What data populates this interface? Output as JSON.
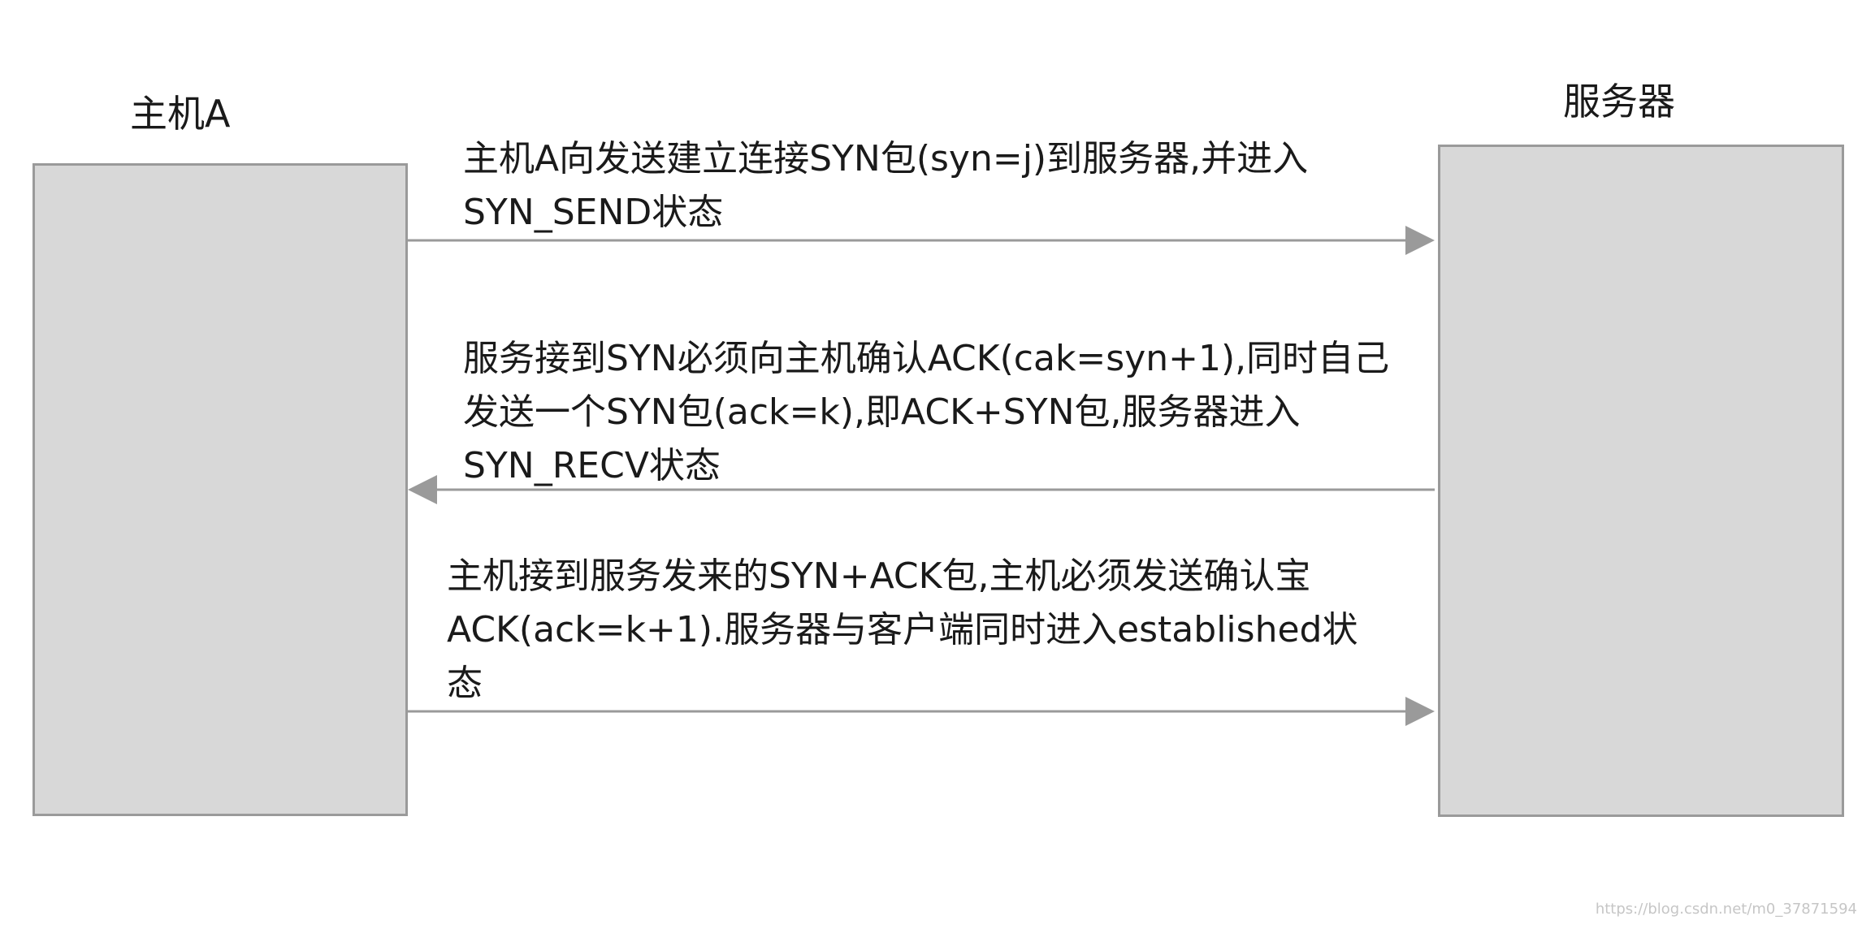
{
  "host": {
    "title": "主机A"
  },
  "server": {
    "title": "服务器"
  },
  "messages": [
    {
      "direction": "host-to-server",
      "lines": [
        "主机A向发送建立连接SYN包(syn=j)到服务器,并进入",
        "SYN_SEND状态"
      ]
    },
    {
      "direction": "server-to-host",
      "lines": [
        "服务接到SYN必须向主机确认ACK(cak=syn+1),同时自己",
        "发送一个SYN包(ack=k),即ACK+SYN包,服务器进入",
        "SYN_RECV状态"
      ]
    },
    {
      "direction": "host-to-server",
      "lines": [
        "主机接到服务发来的SYN+ACK包,主机必须发送确认宝",
        "ACK(ack=k+1).服务器与客户端同时进入established状",
        "态"
      ]
    }
  ],
  "watermark": "https://blog.csdn.net/m0_37871594",
  "colors": {
    "box_fill": "#d8d8d8",
    "box_border": "#9a9a9a",
    "arrow": "#9a9a9a",
    "text": "#1a1a1a"
  }
}
